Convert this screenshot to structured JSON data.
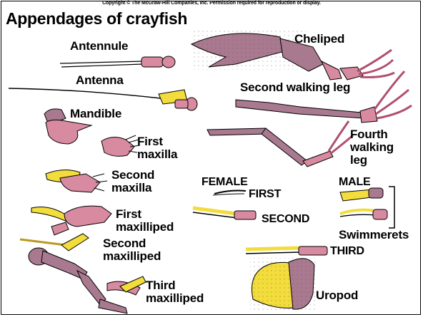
{
  "copyright": "Copyright © The McGraw-Hill Companies, Inc. Permission required for reproduction or display.",
  "title": "Appendages of crayfish",
  "labels": {
    "antennule": "Antennule",
    "antenna": "Antenna",
    "mandible": "Mandible",
    "first_maxilla": [
      "First",
      "maxilla"
    ],
    "second_maxilla": [
      "Second",
      "maxilla"
    ],
    "first_maxilliped": [
      "First",
      "maxilliped"
    ],
    "second_maxilliped": [
      "Second",
      "maxilliped"
    ],
    "third_maxilliped": [
      "Third",
      "maxilliped"
    ],
    "cheliped": "Cheliped",
    "second_walking_leg": "Second walking leg",
    "fourth_walking_leg": [
      "Fourth",
      "walking",
      "leg"
    ],
    "female": "FEMALE",
    "male": "MALE",
    "first": "FIRST",
    "second": "SECOND",
    "third": "THIRD",
    "swimmerets": "Swimmerets",
    "uropod": "Uropod"
  },
  "colors": {
    "pink": "#d88aa0",
    "mauve": "#a9798f",
    "yellow": "#f2dd3c",
    "outline": "#000000"
  }
}
